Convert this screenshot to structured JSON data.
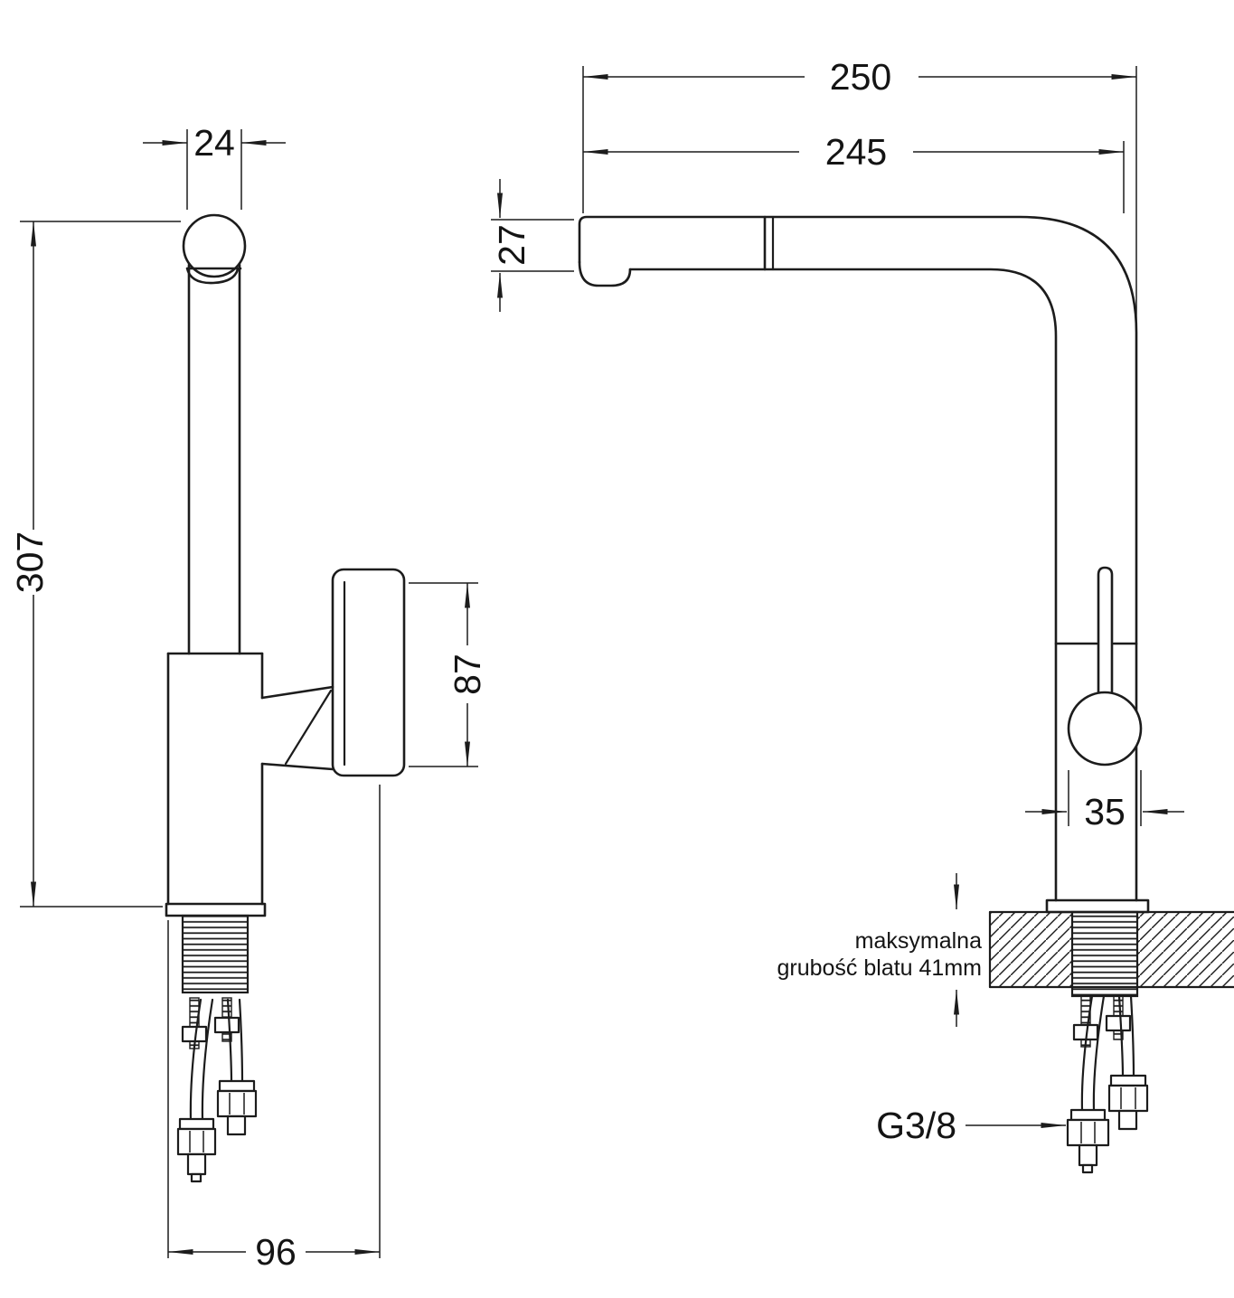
{
  "drawing": {
    "side_view": {
      "dim_spout_pipe_width": "24",
      "dim_total_height": "307",
      "dim_handle_length": "87",
      "dim_base_depth": "96"
    },
    "front_view": {
      "dim_overall_width": "250",
      "dim_spout_reach": "245",
      "dim_spout_height": "27",
      "dim_handle_width": "35",
      "countertop_note_line1": "maksymalna",
      "countertop_note_line2": "grubość blatu 41mm",
      "dim_connection_thread": "G3/8"
    }
  }
}
